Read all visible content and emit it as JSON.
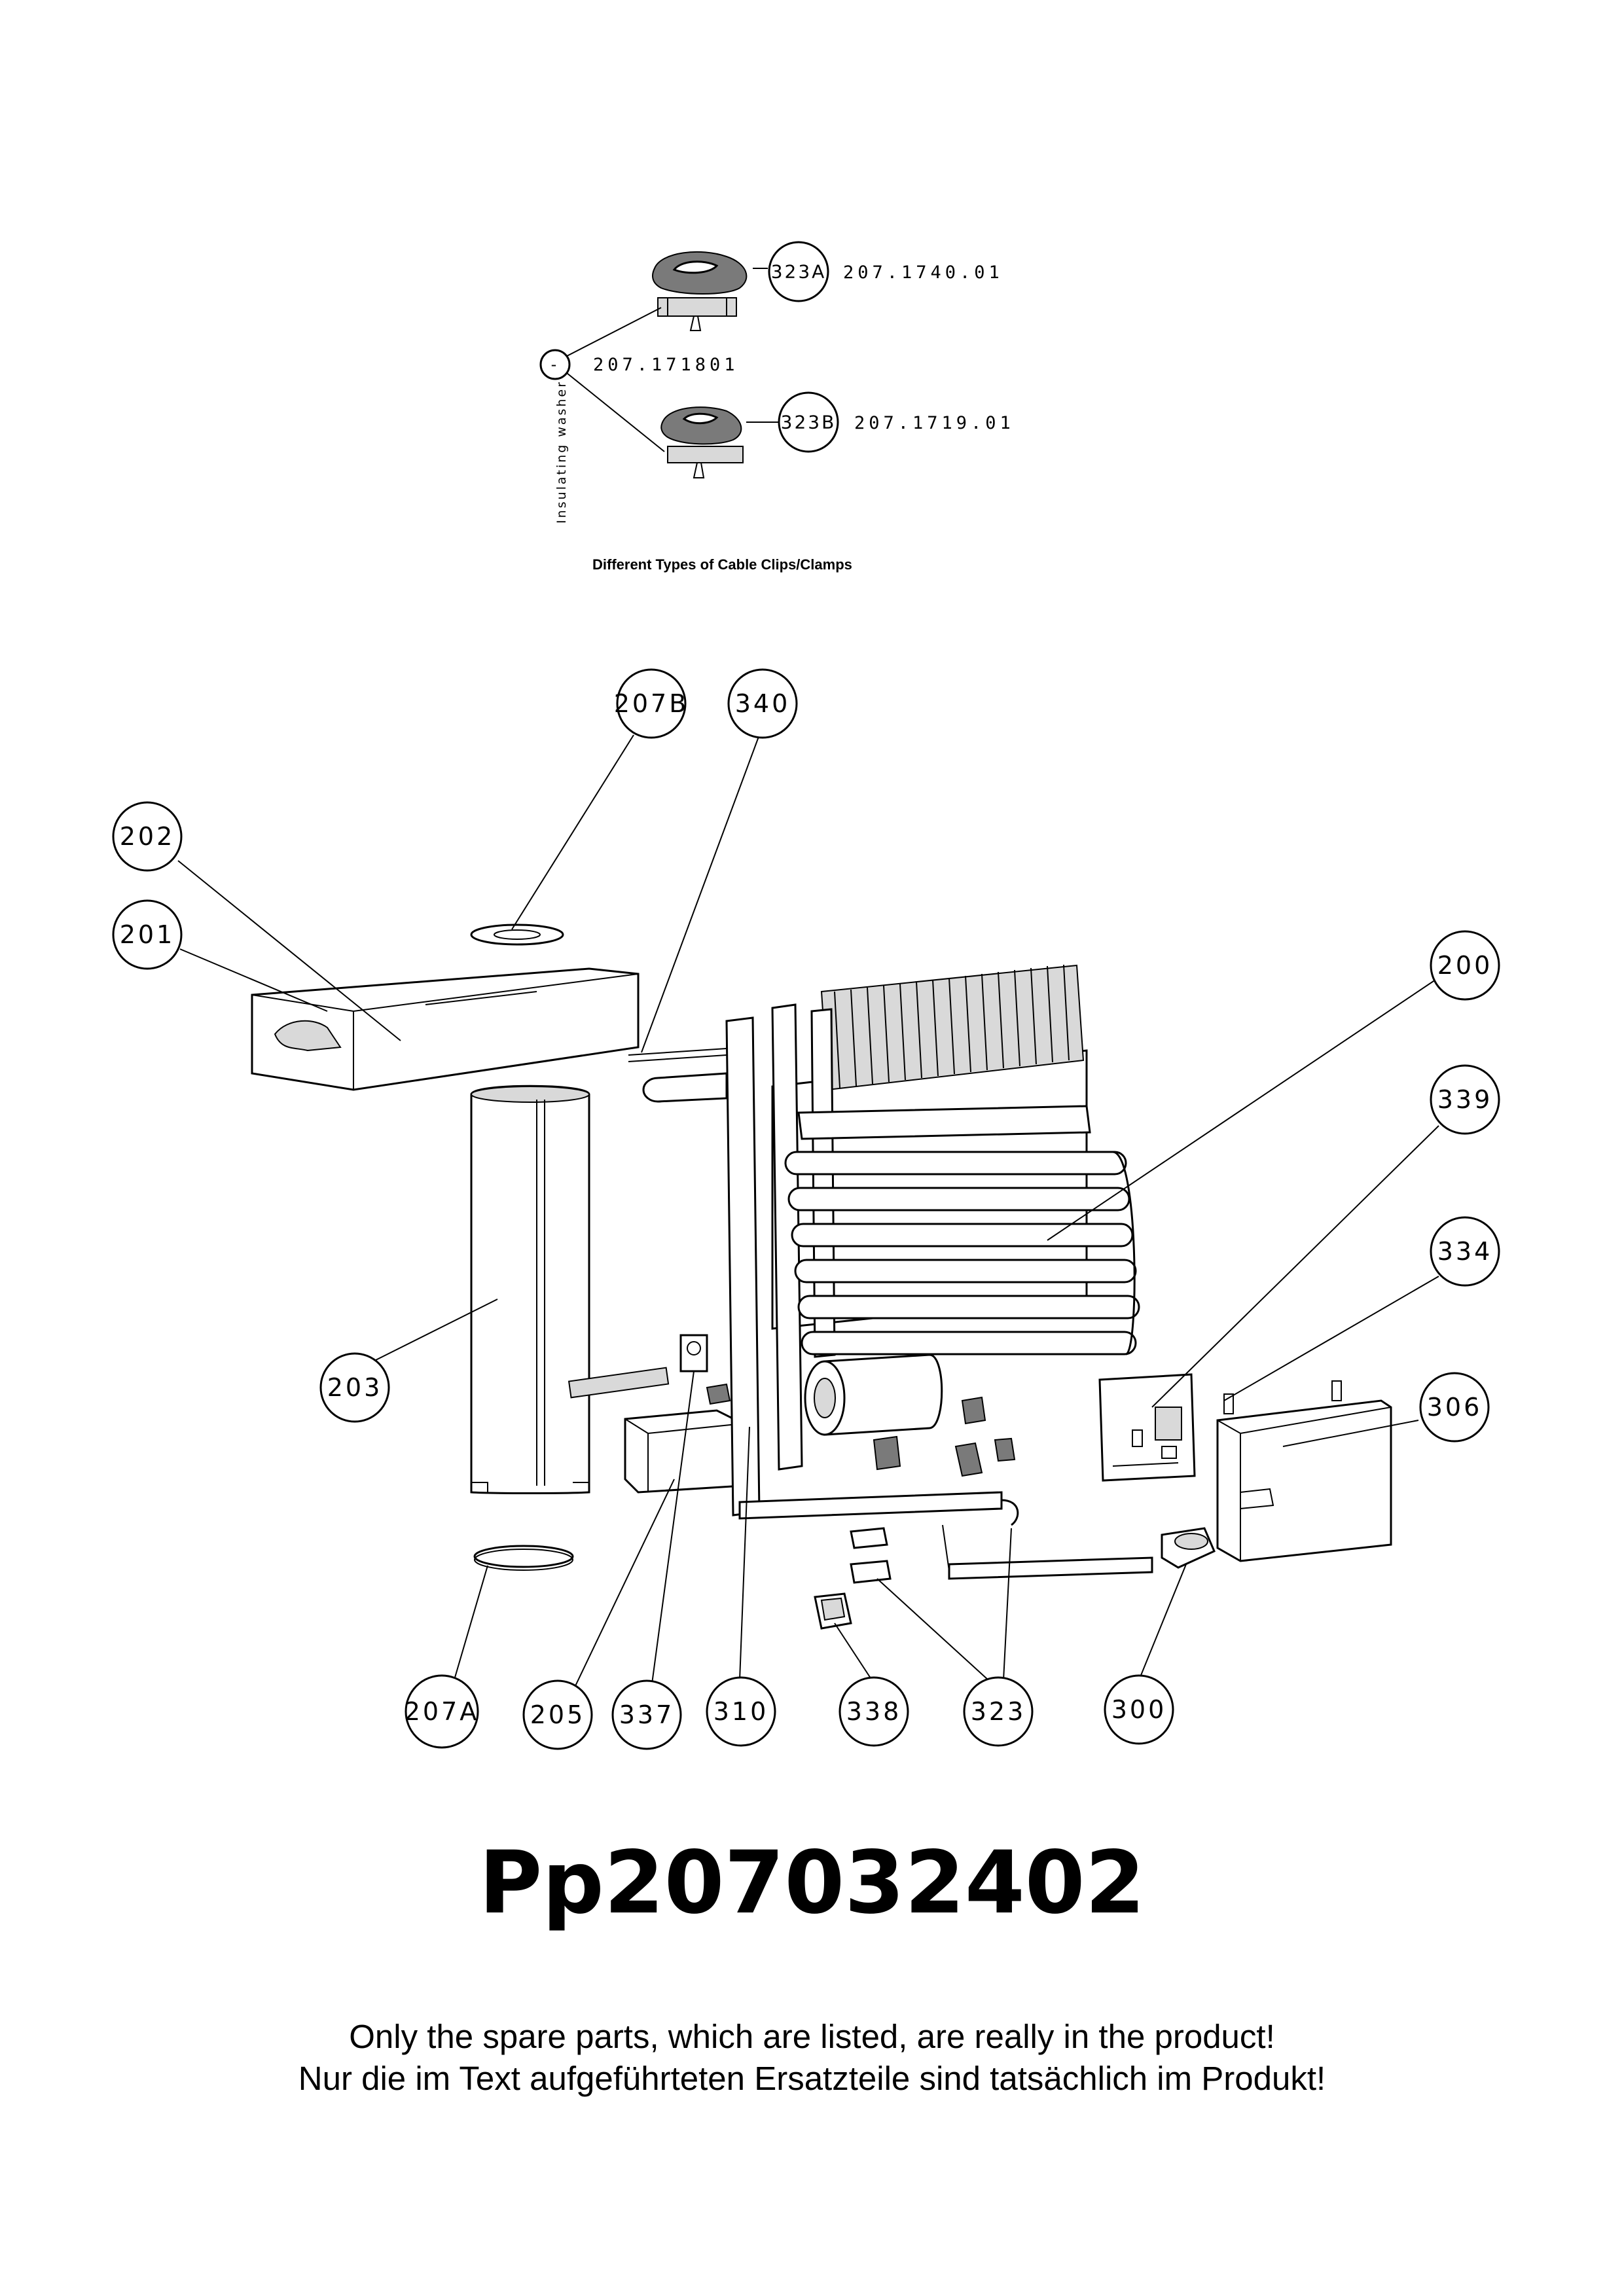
{
  "clip_detail": {
    "variant_a_callout": "323A",
    "variant_a_part_no": "207.1740.01",
    "variant_b_callout": "323B",
    "variant_b_part_no": "207.1719.01",
    "washer_callout": "-",
    "washer_part_no": "207.171801",
    "washer_label": "Insulating washer",
    "caption": "Different Types of Cable Clips/Clamps"
  },
  "callouts": {
    "c207b": "207B",
    "c340": "340",
    "c202": "202",
    "c201": "201",
    "c200": "200",
    "c339": "339",
    "c334": "334",
    "c203": "203",
    "c306": "306",
    "c207a": "207A",
    "c205": "205",
    "c337": "337",
    "c310": "310",
    "c338": "338",
    "c323": "323",
    "c300": "300"
  },
  "model_number": "Pp207032402",
  "notes": {
    "en": "Only the spare parts, which are listed, are really in the product!",
    "de": "Nur die im Text aufgeführteten Ersatzteile sind tatsächlich im Produkt!"
  }
}
